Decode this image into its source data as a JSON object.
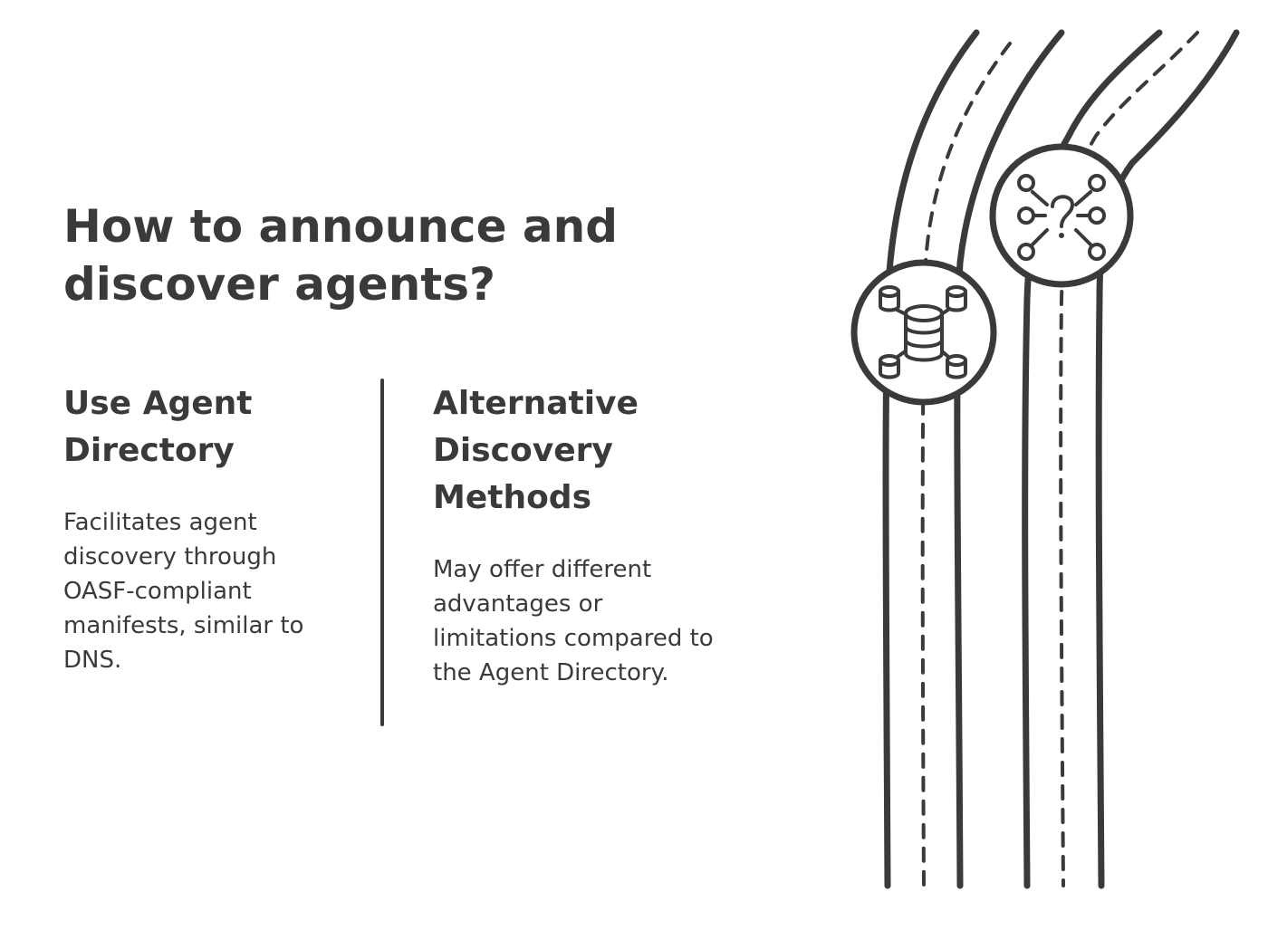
{
  "title": "How to announce and discover agents?",
  "options": [
    {
      "heading": "Use Agent Directory",
      "description": "Facilitates agent discovery through OASF-compliant manifests, similar to DNS.",
      "icon": "database-network-icon"
    },
    {
      "heading": "Alternative Discovery Methods",
      "description": "May offer different advantages or limitations compared to the Agent Directory.",
      "icon": "question-network-icon"
    }
  ],
  "colors": {
    "ink": "#3a3a3a",
    "background": "#ffffff"
  }
}
